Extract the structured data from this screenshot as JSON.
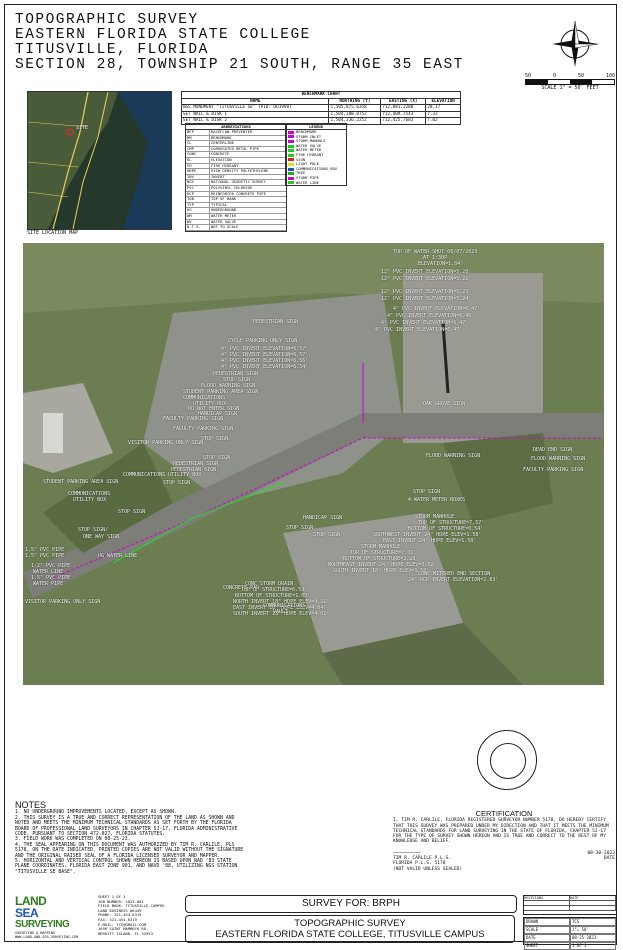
{
  "title": {
    "lines": [
      "TOPOGRAPHIC SURVEY",
      "EASTERN FLORIDA STATE COLLEGE",
      "TITUSVILLE, FLORIDA",
      "SECTION 28, TOWNSHIP 21 SOUTH, RANGE 35 EAST"
    ]
  },
  "scale": {
    "ticks": [
      "50",
      "0",
      "50",
      "100"
    ],
    "caption": "SCALE   1\" = 50'    FEET"
  },
  "site_map": {
    "label": "SITE",
    "caption": "SITE LOCATION MAP"
  },
  "benchmark_table": {
    "title": "BENCHMARK CHART",
    "headers": [
      "NAME",
      "NORTHING (Y)",
      "EASTING (X)",
      "ELEVATION"
    ],
    "rows": [
      [
        "NGS MONUMENT \"TITUSVILLE SE\" (PID: DO1998)",
        "1,505,875.6358",
        "712,881.2288",
        "28.17"
      ],
      [
        "SET NAIL & DISK 1",
        "1,504,188.8752",
        "712,409.7543",
        "7.32"
      ],
      [
        "SET NAIL & DISK 2",
        "1,504,336.2252",
        "712,425.7683",
        "7.02"
      ]
    ]
  },
  "abbreviations": {
    "title": "ABBREVIATIONS",
    "rows": [
      [
        "BFP",
        "BACKFLOW PREVENTER"
      ],
      [
        "BM",
        "BENCHMARK"
      ],
      [
        "CL",
        "CENTERLINE"
      ],
      [
        "CMP",
        "CORRUGATED METAL PIPE"
      ],
      [
        "CONC",
        "CONCRETE"
      ],
      [
        "EL",
        "ELEVATION"
      ],
      [
        "FH",
        "FIRE HYDRANT"
      ],
      [
        "HDPE",
        "HIGH DENSITY POLYETHYLENE"
      ],
      [
        "INV",
        "INVERT"
      ],
      [
        "NGS",
        "NATIONAL GEODETIC SURVEY"
      ],
      [
        "PVC",
        "POLYVINYL CHLORIDE"
      ],
      [
        "RCP",
        "REINFORCED CONCRETE PIPE"
      ],
      [
        "TOB",
        "TOP OF BANK"
      ],
      [
        "TYP",
        "TYPICAL"
      ],
      [
        "UG",
        "UNDERGROUND"
      ],
      [
        "WM",
        "WATER METER"
      ],
      [
        "WV",
        "WATER VALVE"
      ],
      [
        "N.T.S.",
        "NOT TO SCALE"
      ]
    ]
  },
  "legend": {
    "title": "LEGEND",
    "rows": [
      {
        "label": "BENCHMARK",
        "color": "#d100d1"
      },
      {
        "label": "STORM INLET",
        "color": "#d100d1"
      },
      {
        "label": "STORM MANHOLE",
        "color": "#d100d1"
      },
      {
        "label": "WATER VALVE",
        "color": "#22cc22"
      },
      {
        "label": "WATER METER",
        "color": "#22cc22"
      },
      {
        "label": "FIRE HYDRANT",
        "color": "#22cc22"
      },
      {
        "label": "SIGN",
        "color": "#e02020"
      },
      {
        "label": "LIGHT POLE",
        "color": "#e0e020"
      },
      {
        "label": "COMMUNICATIONS BOX",
        "color": "#1d56b8"
      },
      {
        "label": "TREE",
        "color": "#22aa22"
      },
      {
        "label": "STORM PIPE",
        "color": "#d100d1"
      },
      {
        "label": "WATER LINE",
        "color": "#22cc22"
      }
    ]
  },
  "callouts": [
    {
      "id": "top-water",
      "text": "TOP OF WATER SHOT 08/07/2023"
    },
    {
      "id": "top-water-2",
      "text": "AT 1:30P"
    },
    {
      "id": "top-water-3",
      "text": "ELEVATION=1.84'"
    },
    {
      "id": "pvc1",
      "text": "12\" PVC INVERT ELEVATION=5.28'"
    },
    {
      "id": "pvc2",
      "text": "12\" PVC INVERT ELEVATION=5.22'"
    },
    {
      "id": "pvc3",
      "text": "12\" PVC INVERT ELEVATION=5.23'"
    },
    {
      "id": "pvc4",
      "text": "12\" PVC INVERT ELEVATION=5.24'"
    },
    {
      "id": "pvc5",
      "text": "4\" PVC INVERT ELEVATION=6.47'"
    },
    {
      "id": "pvc6",
      "text": "4\" PVC INVERT ELEVATION=6.46'"
    },
    {
      "id": "pvc7",
      "text": "4\" PVC INVERT ELEVATION=6.47'"
    },
    {
      "id": "pvc8",
      "text": "4\" PVC INVERT ELEVATION=6.47'"
    },
    {
      "id": "ped1",
      "text": "PEDESTRIAN SIGN"
    },
    {
      "id": "cycle",
      "text": "CYCLE PARKING ONLY SIGN"
    },
    {
      "id": "pvc9",
      "text": "4\" PVC INVERT ELEVATION=6.57'"
    },
    {
      "id": "pvc10",
      "text": "4\" PVC INVERT ELEVATION=6.57'"
    },
    {
      "id": "pvc11",
      "text": "4\" PVC INVERT ELEVATION=6.56'"
    },
    {
      "id": "pvc12",
      "text": "4\" PVC INVERT ELEVATION=6.54'"
    },
    {
      "id": "ped2",
      "text": "PEDESTRIAN SIGN"
    },
    {
      "id": "stop1",
      "text": "STOP SIGN"
    },
    {
      "id": "flood1",
      "text": "FLOOD WARNING SIGN"
    },
    {
      "id": "student1",
      "text": "STUDENT PARKING AREA SIGN"
    },
    {
      "id": "comm1",
      "text": "COMMUNICATIONS"
    },
    {
      "id": "comm1b",
      "text": "UTILITY BOX"
    },
    {
      "id": "donot",
      "text": "DO NOT ENTER SIGN"
    },
    {
      "id": "handicap1",
      "text": "HANDICAP SIGN"
    },
    {
      "id": "faculty1",
      "text": "FACULTY PARKING SIGN"
    },
    {
      "id": "faculty2",
      "text": "FACULTY PARKING SIGN"
    },
    {
      "id": "stop2",
      "text": "STOP SIGN"
    },
    {
      "id": "visitor1",
      "text": "VISITOR PARKING ONLY SIGN"
    },
    {
      "id": "stop3",
      "text": "STOP SIGN"
    },
    {
      "id": "ped3",
      "text": "PEDESTRIAN SIGN"
    },
    {
      "id": "ped4",
      "text": "PEDESTRIAN SIGN"
    },
    {
      "id": "comm2",
      "text": "COMMUNICATIONS UTILITY BOX"
    },
    {
      "id": "stop4",
      "text": "STOP SIGN"
    },
    {
      "id": "student2",
      "text": "STUDENT PARKING AREA SIGN"
    },
    {
      "id": "comm3",
      "text": "COMMUNICATIONS"
    },
    {
      "id": "comm3b",
      "text": "UTILITY BOX"
    },
    {
      "id": "stop5",
      "text": "STOP SIGN"
    },
    {
      "id": "oneway",
      "text": "STOP SIGN/"
    },
    {
      "id": "oneway2",
      "text": "ONE WAY SIGN"
    },
    {
      "id": "oak",
      "text": "OAK GROVE SIGN"
    },
    {
      "id": "flood2",
      "text": "FLOOD WARNING SIGN"
    },
    {
      "id": "dead",
      "text": "DEAD END SIGN"
    },
    {
      "id": "flood3",
      "text": "FLOOD WARNING SIGN"
    },
    {
      "id": "faculty3",
      "text": "FACULTY PARKING SIGN"
    },
    {
      "id": "stop6",
      "text": "STOP SIGN"
    },
    {
      "id": "wm",
      "text": "4 WATER METER BOXES"
    },
    {
      "id": "handicap2",
      "text": "HANDICAP SIGN"
    },
    {
      "id": "stop7",
      "text": "STOP SIGN"
    },
    {
      "id": "stop8",
      "text": "STOP SIGN"
    },
    {
      "id": "sm1",
      "text": "STORM MANHOLE"
    },
    {
      "id": "sm2",
      "text": "TOP OF STRUCTURE=7.57'"
    },
    {
      "id": "sm3",
      "text": "BOTTOM OF STRUCTURE=0.54'"
    },
    {
      "id": "sm4",
      "text": "SOUTHWEST INVERT 24\" HDPE ELEV=1.58'"
    },
    {
      "id": "sm5",
      "text": "EAST INVERT 24\" HDPE ELEV=1.58'"
    },
    {
      "id": "sm6",
      "text": "STORM MANHOLE"
    },
    {
      "id": "sm7",
      "text": "TOP OF STRUCTURE=7.01'"
    },
    {
      "id": "sm8",
      "text": "BOTTOM OF STRUCTURE=2.28'"
    },
    {
      "id": "sm9",
      "text": "NORTHEAST INVERT 24\" HDPE ELEV=3.52'"
    },
    {
      "id": "sm10",
      "text": "SOUTH INVERT 18\" HDPE ELEV=3.58'"
    },
    {
      "id": "cw1",
      "text": "CONC MITERED END SECTION"
    },
    {
      "id": "cw2",
      "text": "24\" RCP INVERT ELEVATION=2.83'"
    },
    {
      "id": "cs1",
      "text": "CONC STORM DRAIN"
    },
    {
      "id": "cs2",
      "text": "TOP OF STRUCTURE=6.53'"
    },
    {
      "id": "cs3",
      "text": "BOTTOM OF STRUCTURE=1.09'"
    },
    {
      "id": "cs4",
      "text": "NORTH INVERT 18\" HDPE ELEV=4.11'"
    },
    {
      "id": "cs5",
      "text": "EAST INVERT 18\" HDPE ELEV=4.04'"
    },
    {
      "id": "cs6",
      "text": "SOUTH INVERT 18\" HDPE ELEV=4.01'"
    },
    {
      "id": "pad",
      "text": "CONCRETE PAD"
    },
    {
      "id": "commv",
      "text": "COMMUNICATIONS"
    },
    {
      "id": "commv2",
      "text": "VAULT"
    },
    {
      "id": "pipe1",
      "text": "1.5\" PVC PIPE"
    },
    {
      "id": "pipe2",
      "text": "1.5\" PVC PIPE"
    },
    {
      "id": "pipe3",
      "text": "1/2\" PVC PIPE"
    },
    {
      "id": "pipe4",
      "text": "WATER LINE"
    },
    {
      "id": "pipe5",
      "text": "1.5\" PVC PIPE"
    },
    {
      "id": "pipe6",
      "text": "WATER PIPE"
    },
    {
      "id": "underg",
      "text": "UG WATER LINE"
    },
    {
      "id": "visitor2",
      "text": "VISITOR PARKING ONLY SIGN"
    }
  ],
  "notes": {
    "title": "NOTES",
    "items": [
      "1. NO UNDERGROUND IMPROVEMENTS LOCATED, EXCEPT AS SHOWN.",
      "2. THIS SURVEY IS A TRUE AND CORRECT REPRESENTATION OF THE LAND AS SHOWN AND NOTED AND MEETS THE MINIMUM TECHNICAL STANDARDS AS SET FORTH BY THE FLORIDA BOARD OF PROFESSIONAL LAND SURVEYORS IN CHAPTER 5J-17, FLORIDA ADMINISTRATIVE CODE, PURSUANT TO SECTION 472.027, FLORIDA STATUTES.",
      "3. FIELD WORK WAS COMPLETED ON 08-25-23.",
      "4. THE SEAL APPEARING ON THIS DOCUMENT WAS AUTHORIZED BY TIM R. CARLILE, PLS 5178, ON THE DATE INDICATED. PRINTED COPIES ARE NOT VALID WITHOUT THE SIGNATURE AND THE ORIGINAL RAISED SEAL OF A FLORIDA LICENSED SURVEYOR AND MAPPER.",
      "5. HORIZONTAL AND VERTICAL CONTROL SHOWN HEREON IS BASED UPON NAD '83 STATE PLANE COORDINATES, FLORIDA EAST ZONE 901, AND NAVD '88, UTILIZING NGS STATION \"TITUSVILLE SE BASE\"."
    ]
  },
  "certification": {
    "title": "CERTIFICATION",
    "text": "I, TIM R. CARLILE, FLORIDA REGISTERED SURVEYOR NUMBER 5178, DO HEREBY CERTIFY THAT THIS SURVEY WAS PREPARED UNDER MY DIRECTION AND THAT IT MEETS THE MINIMUM TECHNICAL STANDARDS FOR LAND SURVEYING IN THE STATE OF FLORIDA, CHAPTER 5J-17 FOR THE TYPE OF SURVEY SHOWN HEREON AND IS TRUE AND CORRECT TO THE BEST OF MY KNOWLEDGE AND BELIEF.",
    "date": "08-30-2023",
    "date_label": "DATE",
    "signer": "TIM R. CARLILE P.L.S.",
    "license": "FLORIDA P.L.S. 5178",
    "validity": "(NOT VALID UNLESS SEALED)"
  },
  "company": {
    "line1": "LAND",
    "line2": "SEA",
    "line3": "SURVEYING",
    "tag": "SURVEYING & MAPPING",
    "contact": [
      "SHEET  1  OF  1",
      "JOB NUMBER:  2023-001",
      "FIELD BOOK:  TITUSVILLE CAMPUS",
      "LAND BUSINESS #6449",
      "PHONE: 321-454-6319",
      "FAX: 321-454-6319",
      "E-MAIL: TCS@GMAIL.COM",
      "1699 SAINT MAMMOCK RD.",
      "MERRITT ISLAND, FL 32953"
    ],
    "web": "WWW.LAND-AND-SEA-SURVEYING.COM"
  },
  "survey_for": "SURVEY FOR: BRPH",
  "project": {
    "line1": "TOPOGRAPHIC SURVEY",
    "line2": "EASTERN FLORIDA STATE COLLEGE, TITUSVILLE CAMPUS"
  },
  "revisions": {
    "headers": [
      "REVISIONS",
      "DATE"
    ]
  },
  "sheet_info": {
    "cells": [
      "DRAWN",
      "TCS",
      "SCALE",
      "1\"= 50'",
      "DATE",
      "08-25-2023",
      "SHEET",
      "1 OF 1"
    ]
  }
}
